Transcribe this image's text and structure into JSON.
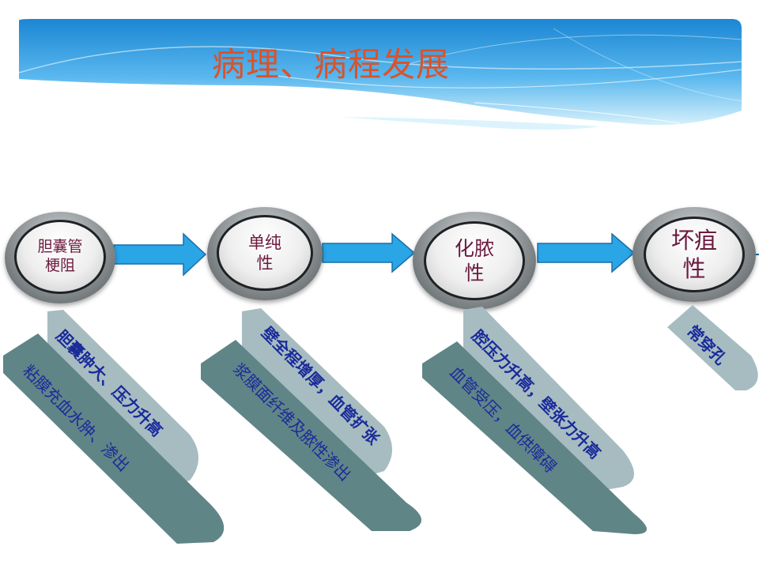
{
  "title": "病理、病程发展",
  "nodes": [
    {
      "label_line1": "胆囊管",
      "label_line2": "梗阻"
    },
    {
      "label_line1": "单纯",
      "label_line2": "性"
    },
    {
      "label_line1": "化脓",
      "label_line2": "性"
    },
    {
      "label_line1": "坏疽",
      "label_line2": "性"
    }
  ],
  "details": [
    {
      "upper": "胆囊肿大、压力升高",
      "lower": "粘膜充血水肿、渗出"
    },
    {
      "upper": "壁全程增厚，血管扩张",
      "lower": "浆膜面纤维及脓性渗出"
    },
    {
      "upper": "腔压力升高，壁张力升高",
      "lower": "血管受压，血供障碍"
    },
    {
      "upper": "常穿孔"
    }
  ],
  "colors": {
    "banner_top": "#1e8fd8",
    "banner_bottom": "#e6f6fd",
    "arrow_fill": "#2aa5e6",
    "slab_light": "#a6bcc0",
    "slab_dark": "#5f8587",
    "title": "#d9532c",
    "node_text": "#6b1a3e",
    "slab_text": "#1a2a9a"
  }
}
